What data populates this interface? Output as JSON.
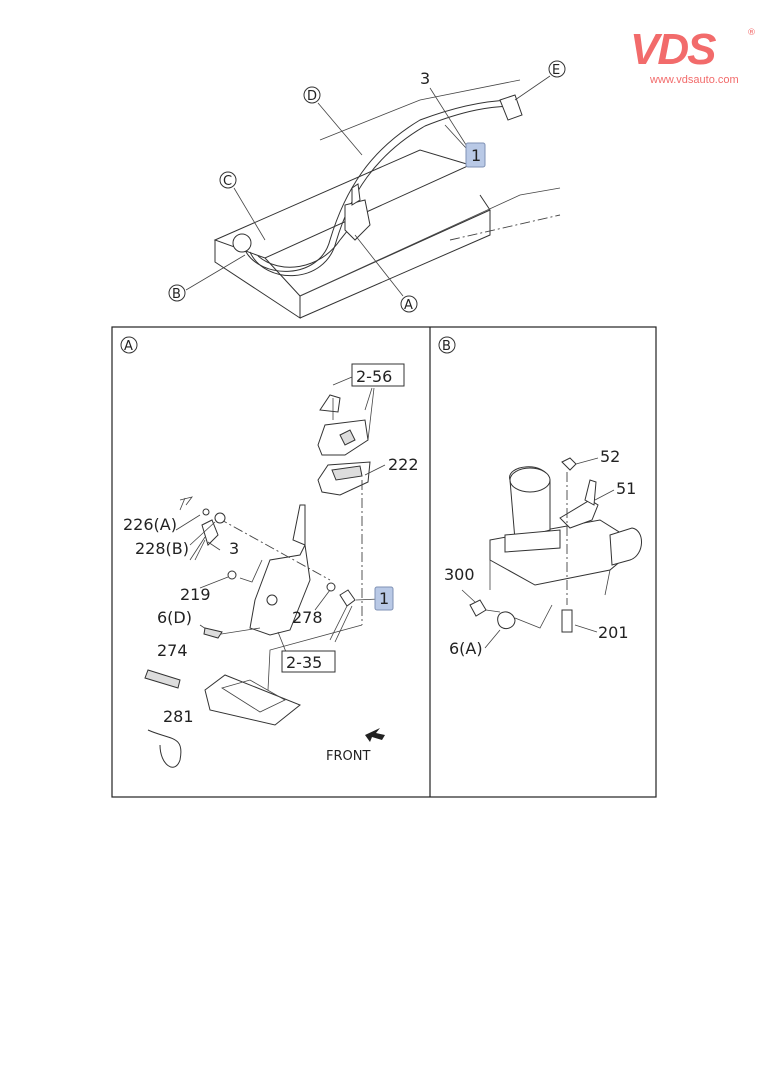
{
  "logo": {
    "brand": "VDS",
    "registered": "®",
    "url": "www.vdsauto.com"
  },
  "overview": {
    "labels": {
      "cable_num": "3",
      "E": "E",
      "D": "D",
      "C": "C",
      "B": "B",
      "A": "A",
      "highlight": "1"
    }
  },
  "panel_a": {
    "title": "A",
    "refs": {
      "ref_top": "2-56",
      "ref_bottom": "2-35",
      "highlight": "1"
    },
    "labels": {
      "p222": "222",
      "p226": "226(A)",
      "p228": "228(B)",
      "p3": "3",
      "p219": "219",
      "p6d": "6(D)",
      "p278": "278",
      "p274": "274",
      "p281": "281"
    },
    "front_label": "FRONT"
  },
  "panel_b": {
    "title": "B",
    "labels": {
      "p52": "52",
      "p51": "51",
      "p300": "300",
      "p201": "201",
      "p6a": "6(A)"
    }
  }
}
